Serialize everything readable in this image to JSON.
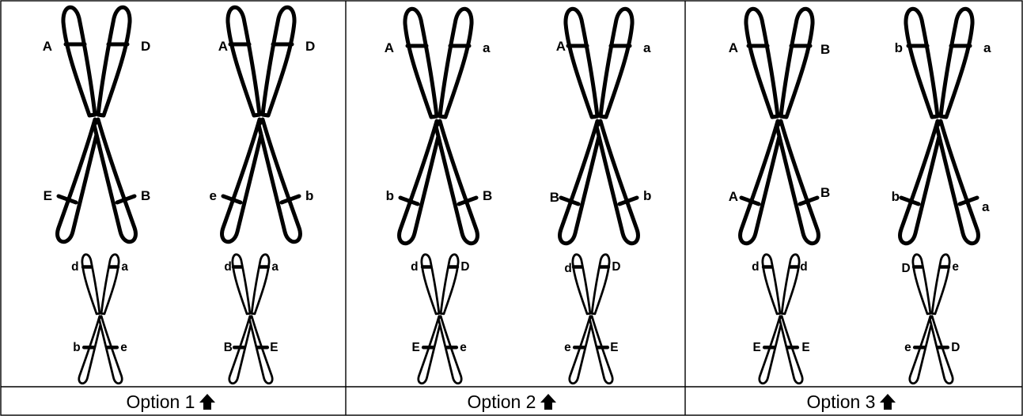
{
  "options": [
    {
      "caption": "Option 1",
      "arrow_icon": "up-arrow-icon",
      "chromosomes": [
        {
          "size": "large",
          "labels": {
            "upper_left": "A",
            "upper_right": "D",
            "lower_left": "E",
            "lower_right": "B"
          }
        },
        {
          "size": "large",
          "labels": {
            "upper_left": "A",
            "upper_right": "D",
            "lower_left": "e",
            "lower_right": "b"
          }
        },
        {
          "size": "small",
          "labels": {
            "upper_left": "d",
            "upper_right": "a",
            "lower_left": "b",
            "lower_right": "e"
          }
        },
        {
          "size": "small",
          "labels": {
            "upper_left": "d",
            "upper_right": "a",
            "lower_left": "B",
            "lower_right": "E"
          }
        }
      ]
    },
    {
      "caption": "Option 2",
      "arrow_icon": "up-arrow-icon",
      "chromosomes": [
        {
          "size": "large",
          "labels": {
            "upper_left": "A",
            "upper_right": "a",
            "lower_left": "b",
            "lower_right": "B"
          }
        },
        {
          "size": "large",
          "labels": {
            "upper_left": "A",
            "upper_right": "a",
            "lower_left": "B",
            "lower_right": "b"
          }
        },
        {
          "size": "small",
          "labels": {
            "upper_left": "d",
            "upper_right": "D",
            "lower_left": "E",
            "lower_right": "e"
          }
        },
        {
          "size": "small",
          "labels": {
            "upper_left": "d",
            "upper_right": "D",
            "lower_left": "e",
            "lower_right": "E"
          }
        }
      ]
    },
    {
      "caption": "Option 3",
      "arrow_icon": "up-arrow-icon",
      "chromosomes": [
        {
          "size": "large",
          "labels": {
            "upper_left": "A",
            "upper_right": "B",
            "lower_left": "A",
            "lower_right": "B"
          }
        },
        {
          "size": "large",
          "labels": {
            "upper_left": "b",
            "upper_right": "a",
            "lower_left": "b",
            "lower_right": "a"
          }
        },
        {
          "size": "small",
          "labels": {
            "upper_left": "d",
            "upper_right": "d",
            "lower_left": "E",
            "lower_right": "E"
          }
        },
        {
          "size": "small",
          "labels": {
            "upper_left": "D",
            "upper_right": "e",
            "lower_left": "e",
            "lower_right": "D"
          }
        }
      ]
    }
  ]
}
